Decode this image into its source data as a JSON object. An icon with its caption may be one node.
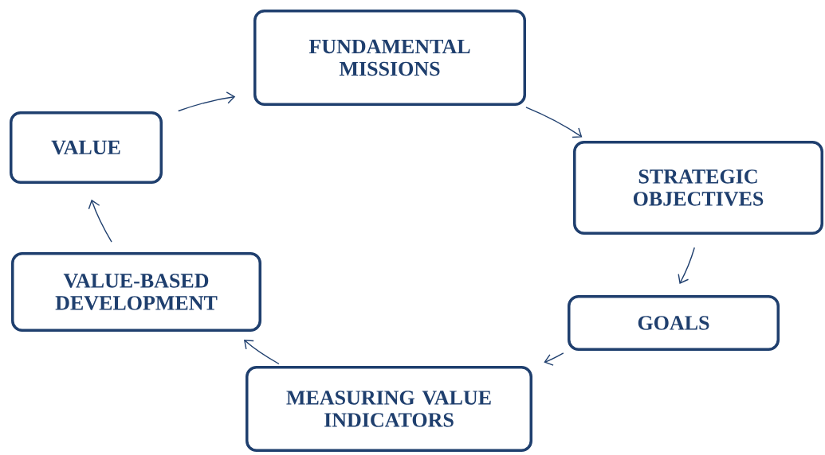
{
  "diagram": {
    "nodes": [
      {
        "text": [
          "FUNDAMENTAL MISSIONS"
        ]
      },
      {
        "text": [
          "STRATEGIC OBJECTIVES"
        ]
      },
      {
        "text": [
          "GOALS"
        ]
      },
      {
        "text": [
          "MEASURING VALUE INDICATORS"
        ]
      },
      {
        "text": [
          "VALUE-BASED DEVELOPMENT"
        ]
      },
      {
        "text": [
          "VALUE"
        ]
      }
    ],
    "edges": [
      {
        "from": 5,
        "to": 0,
        "arrow": "to"
      },
      {
        "from": 0,
        "to": 1,
        "arrow": "to"
      },
      {
        "from": 1,
        "to": 2,
        "arrow": "to"
      },
      {
        "from": 2,
        "to": 3,
        "arrow": "to"
      },
      {
        "from": 3,
        "to": 4,
        "arrow": "to"
      },
      {
        "from": 4,
        "to": 5,
        "arrow": "to"
      }
    ]
  }
}
